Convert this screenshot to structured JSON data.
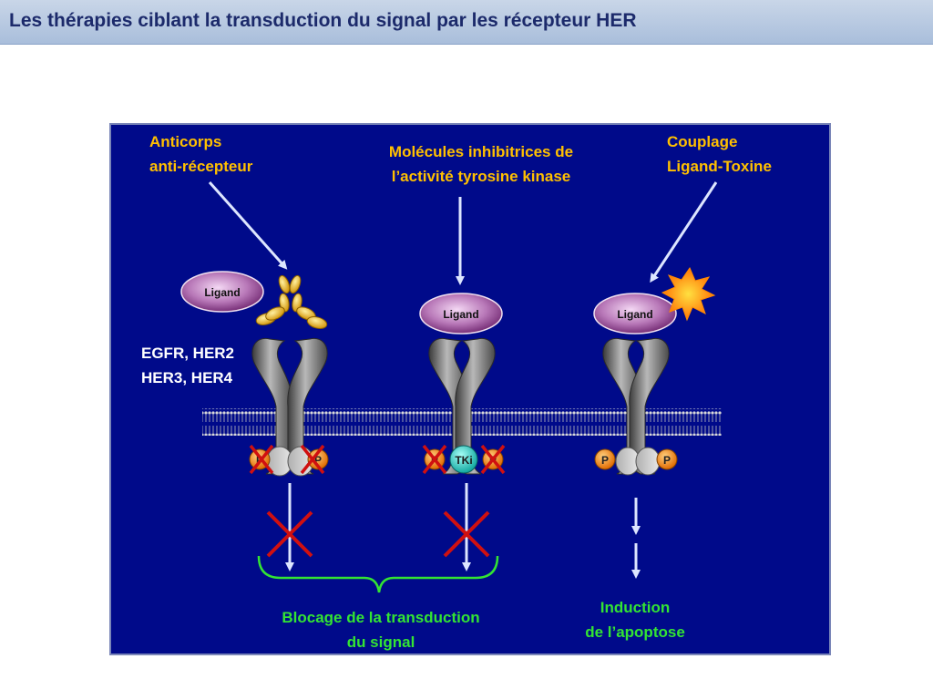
{
  "title": "Les thérapies ciblant la transduction du signal par les récepteur HER",
  "labels": {
    "anticorps_line1": "Anticorps",
    "anticorps_line2": "anti-récepteur",
    "molecules_line1": "Molécules inhibitrices de",
    "molecules_line2": "l’activité tyrosine kinase",
    "couplage_line1": "Couplage",
    "couplage_line2": "Ligand-Toxine",
    "receptors_line1": "EGFR, HER2",
    "receptors_line2": "HER3, HER4",
    "blocage_line1": "Blocage de la transduction",
    "blocage_line2": "du signal",
    "induction_line1": "Induction",
    "induction_line2": "de l’apoptose",
    "ligand": "Ligand",
    "phosphate": "P",
    "tki": "TKi"
  },
  "colors": {
    "panel": "#000a8a",
    "title": "#1c2a6b",
    "orange_label": "#ffc000",
    "green_label": "#33e433",
    "ligand": "#8a3a8a",
    "phosphate": "#f08a1a",
    "tki": "#1ec8c0",
    "block_x": "#d01010"
  }
}
